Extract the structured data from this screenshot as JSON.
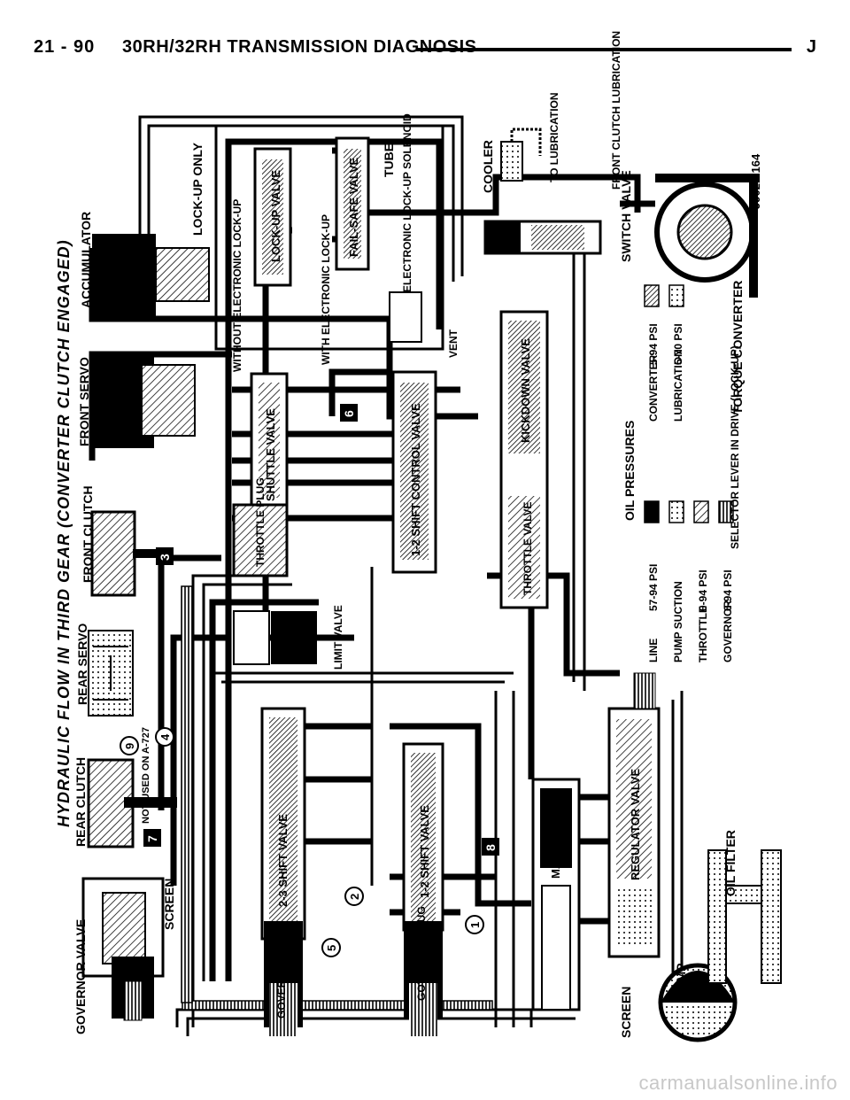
{
  "header": {
    "page_number": "21 - 90",
    "section_title": "30RH/32RH TRANSMISSION DIAGNOSIS",
    "section_mark": "J"
  },
  "figure": {
    "title": "HYDRAULIC FLOW IN THIRD GEAR (CONVERTER CLUTCH ENGAGED)",
    "figure_id": "J9021-164",
    "components": {
      "governor_valve": "GOVERNOR VALVE",
      "rear_clutch": "REAR CLUTCH",
      "rear_servo": "REAR SERVO",
      "front_clutch": "FRONT CLUTCH",
      "front_servo": "FRONT SERVO",
      "accumulator": "ACCUMULATOR",
      "lockup_only": "LOCK-UP ONLY",
      "cooler": "COOLER",
      "to_lubrication": "TO LUBRICATION",
      "front_clutch_lubrication": "FRONT CLUTCH LUBRICATION",
      "tube": "TUBE",
      "lockup_valve": "LOCK-UP VALVE",
      "failsafe_valve": "FAIL-SAFE VALVE",
      "electronic_lockup_solenoid": "ELECTRONIC LOCK-UP SOLENOID",
      "without_electronic_lockup": "WITHOUT ELECTRONIC LOCK-UP",
      "with_electronic_lockup": "WITH ELECTRONIC LOCK-UP",
      "switch_valve": "SWITCH VALVE",
      "torque_converter": "TORQUE CONVERTER",
      "vent": "VENT",
      "shuttle_valve": "SHUTTLE VALVE",
      "throttle_plug": "THROTTLE PLUG",
      "shift_control_valve": "1-2 SHIFT CONTROL VALVE",
      "kickdown_valve": "KICKDOWN VALVE",
      "throttle_valve": "THROTTLE VALVE",
      "limit_valve": "LIMIT VALVE",
      "not_used": "NOT USED ON A-727",
      "screen_upper": "SCREEN",
      "screen_lower": "SCREEN",
      "shift_23_valve": "2-3 SHIFT VALVE",
      "shift_12_valve": "1-2 SHIFT VALVE",
      "governor_plug_a": "GOVERNOR PLUG",
      "governor_plug_b": "GOVERNOR PLUG",
      "manual_valve": "MANUAL VALVE",
      "regulator_valve": "REGULATOR VALVE",
      "oil_filter": "OIL FILTER",
      "pump": "PUMP"
    },
    "circle_numbers": [
      "1",
      "2",
      "4",
      "5",
      "9"
    ],
    "box_numbers": [
      "3",
      "6",
      "7",
      "8"
    ],
    "legend": {
      "heading": "OIL PRESSURES",
      "items": [
        {
          "label": "LINE",
          "value": "57-94 PSI",
          "pattern": "solid"
        },
        {
          "label": "PUMP SUCTION",
          "value": "",
          "pattern": "dotted"
        },
        {
          "label": "THROTTLE",
          "value": "0-94 PSI",
          "pattern": "hatch-light"
        },
        {
          "label": "GOVERNOR",
          "value": "6-94 PSI",
          "pattern": "vertical-lines"
        },
        {
          "label": "CONVERTER",
          "value": "5-94 PSI",
          "pattern": "hatch-dense"
        },
        {
          "label": "LUBRICATION",
          "value": "5-70 PSI",
          "pattern": "dot-fine"
        }
      ],
      "selector_note": "SELECTOR LEVER IN DRIVE (LOCK-UP)"
    }
  },
  "watermark": "carmanualsonline.info",
  "colors": {
    "ink": "#000000",
    "paper": "#ffffff",
    "watermark": "#c8c8c8"
  }
}
